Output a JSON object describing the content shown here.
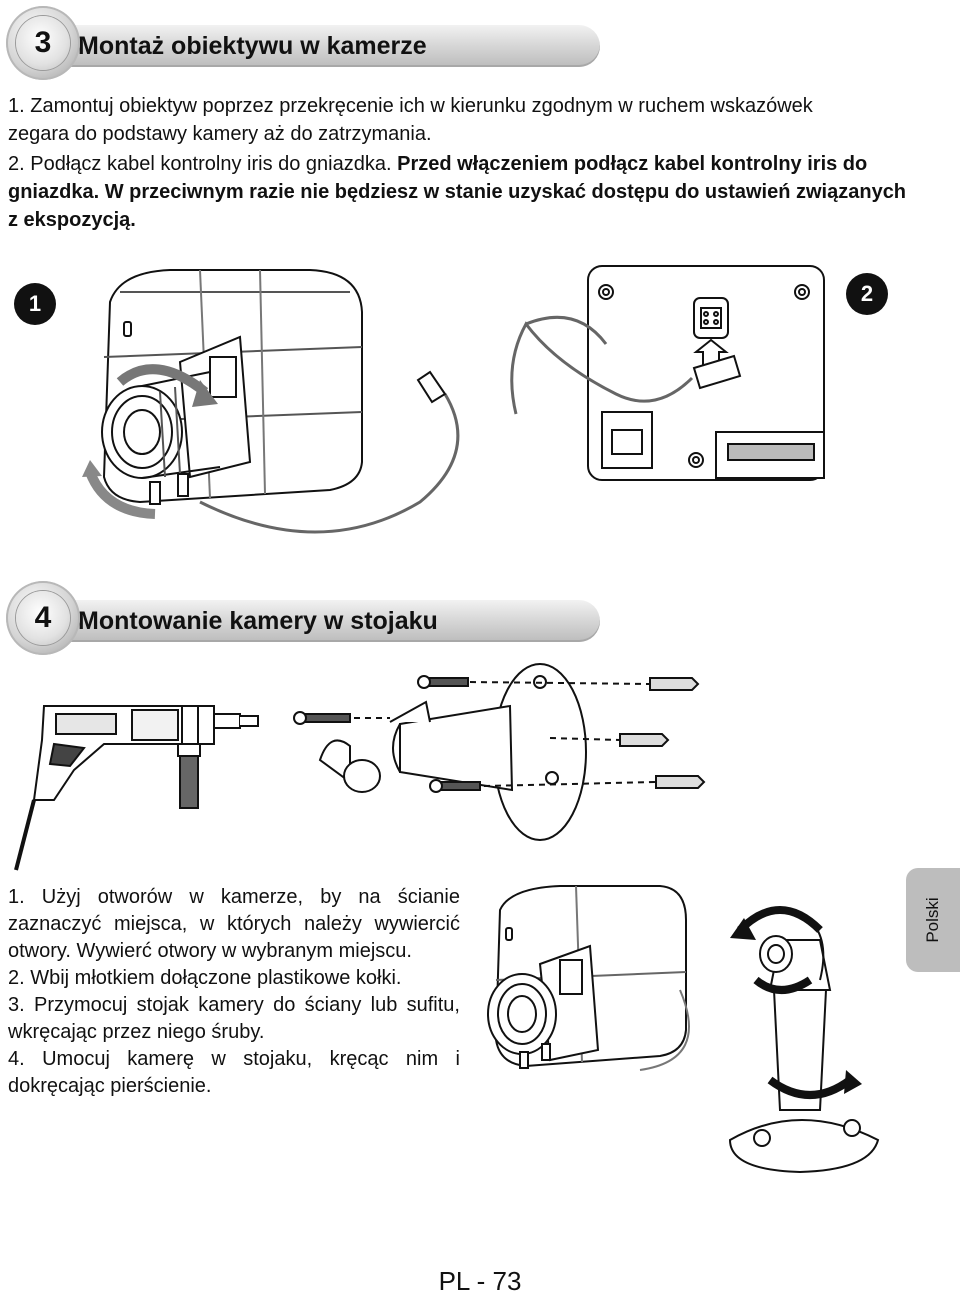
{
  "section3": {
    "number": "3",
    "title": "Montaż obiektywu w kamerze",
    "step1": "1. Zamontuj obiektyw poprzez przekręcenie ich w kierunku zgodnym w ruchem wskazówek zegara do podstawy kamery aż do zatrzymania.",
    "step2_normal": "2. Podłącz kabel kontrolny iris do gniazdka. ",
    "step2_bold": "Przed włączeniem podłącz kabel kontrolny iris do gniazdka. W przeciwnym razie nie będziesz w stanie uzyskać dostępu do ustawień związanych z ekspozycją.",
    "figure1_label": "1",
    "figure2_label": "2"
  },
  "section4": {
    "number": "4",
    "title": "Montowanie kamery w stojaku",
    "steps": [
      "1. Użyj otworów w kamerze, by na ścianie zaznaczyć miejsca, w których należy wywiercić otwory. Wywierć otwory w wybranym miejscu.",
      "2. Wbij młotkiem dołączone plastikowe kołki.",
      "3. Przymocuj stojak kamery do ściany lub sufitu, wkręcając przez niego śruby.",
      "4. Umocuj kamerę w stojaku, kręcąc nim i dokręcając pierścienie."
    ]
  },
  "side_tab": "Polski",
  "footer": "PL - 73"
}
